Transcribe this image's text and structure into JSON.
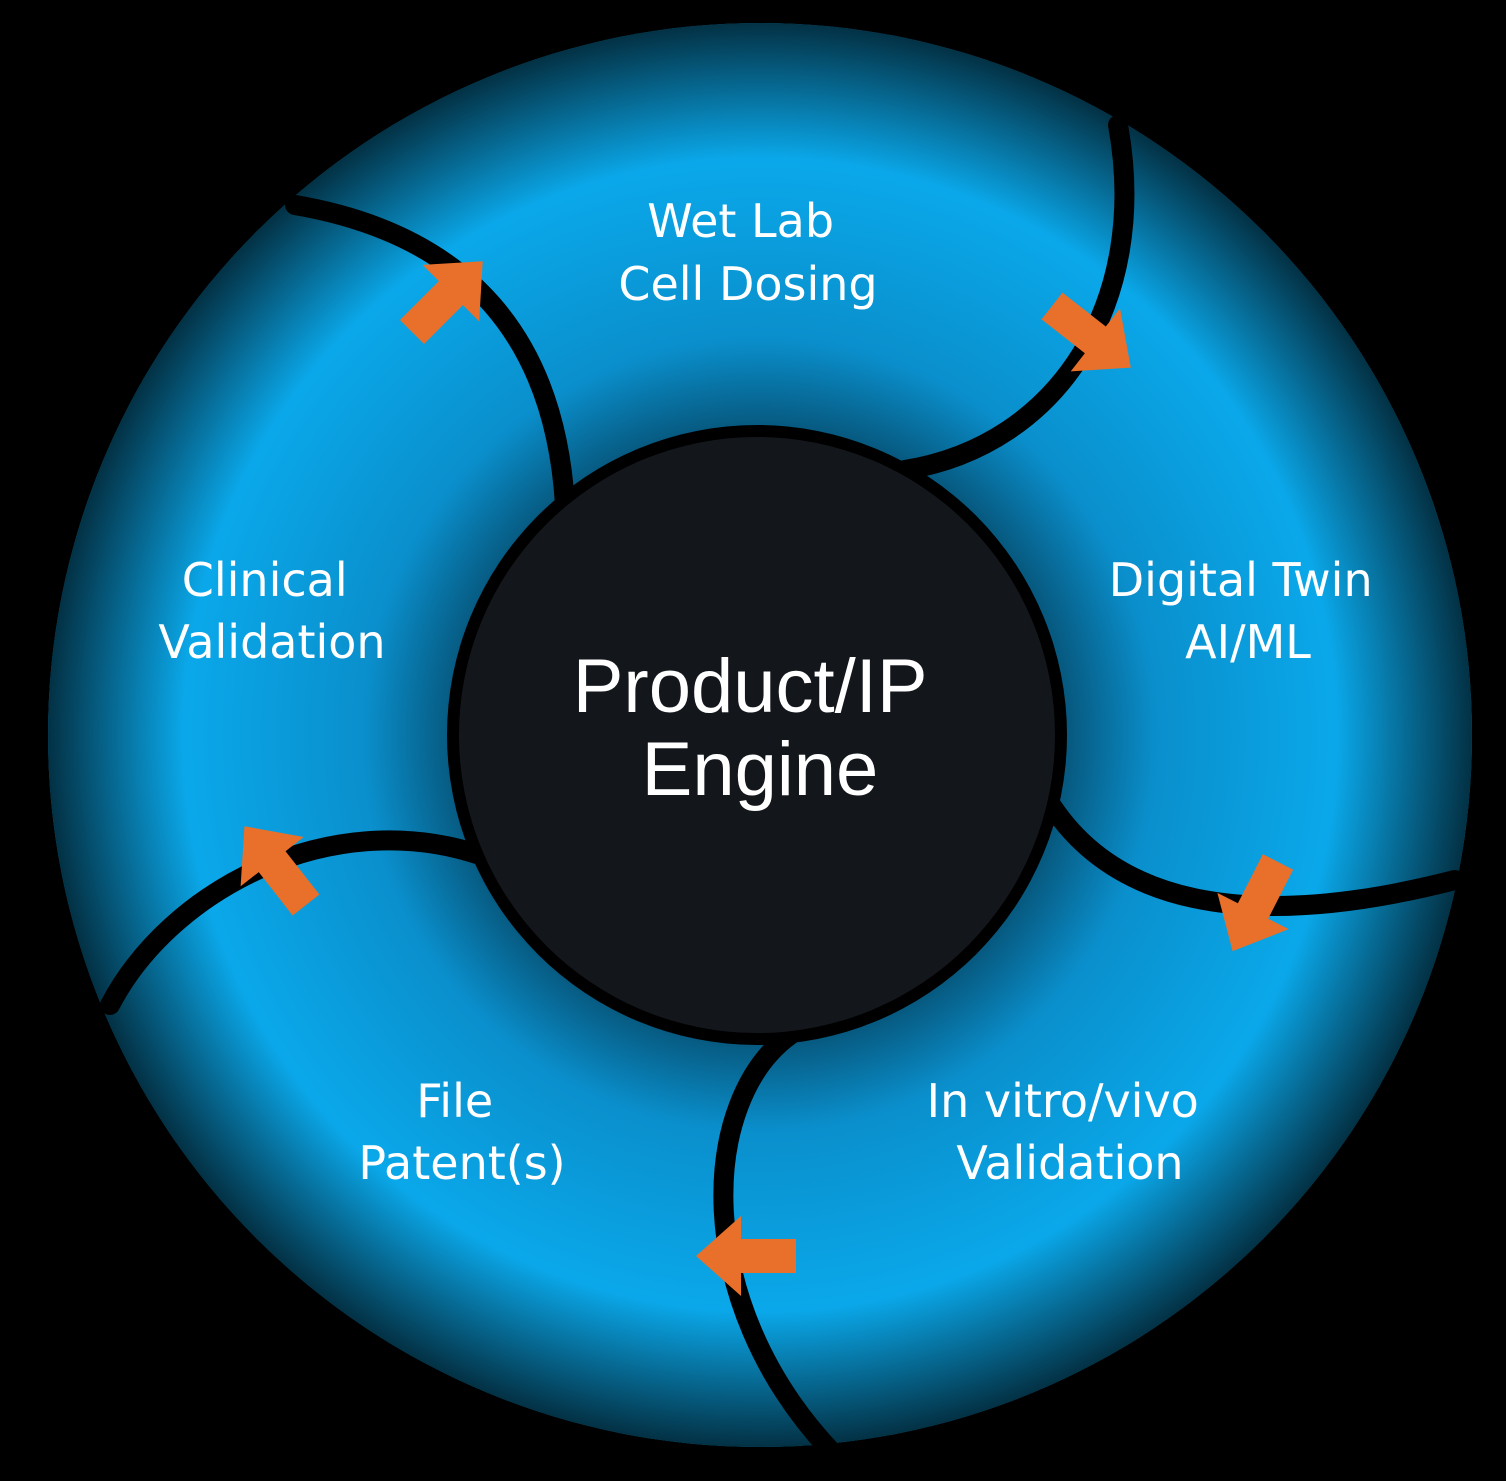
{
  "center": {
    "line1": "Product/IP",
    "line2": "Engine"
  },
  "stages": [
    {
      "line1": "Wet Lab",
      "line2": "Cell Dosing"
    },
    {
      "line1": "Digital Twin",
      "line2": "AI/ML"
    },
    {
      "line1": "In vitro/vivo",
      "line2": "Validation"
    },
    {
      "line1": "File",
      "line2": "Patent(s)"
    },
    {
      "line1": "Clinical",
      "line2": "Validation"
    }
  ],
  "colors": {
    "background": "#000000",
    "segment": "#0aa8ea",
    "segment_shadow": "#03202e",
    "center": "#13171c",
    "arrow": "#e8702a",
    "text": "#ffffff"
  },
  "flow_direction": "clockwise"
}
